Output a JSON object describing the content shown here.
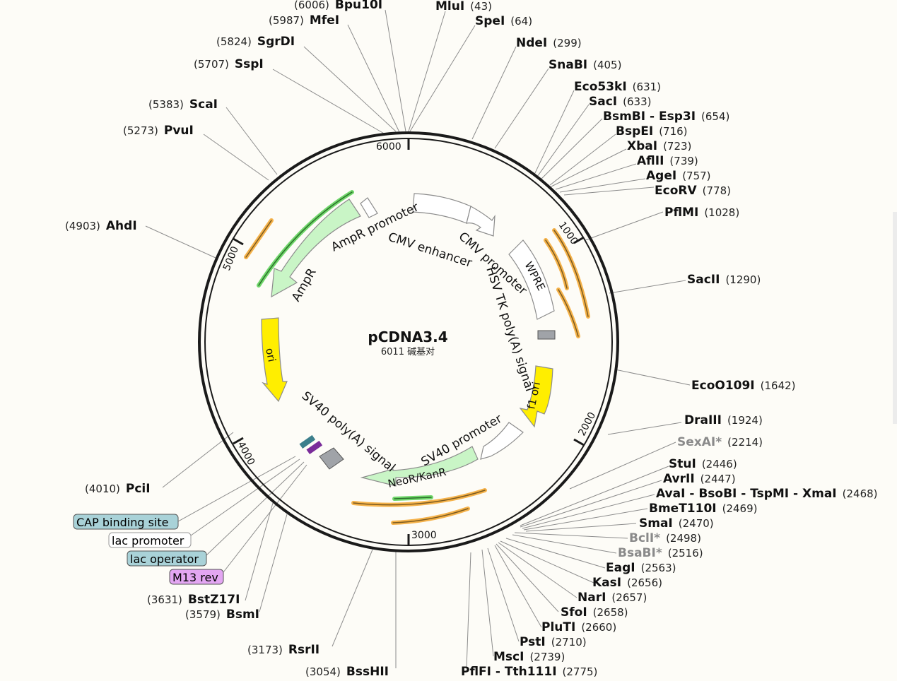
{
  "plasmid": {
    "name": "pCDNA3.4",
    "length_label": "6011 碱基对",
    "length_bp": 6011
  },
  "ticks": [
    "1000",
    "2000",
    "3000",
    "4000",
    "5000",
    "6000"
  ],
  "sites": [
    {
      "name": "Bpu10I",
      "pos": "(6006)",
      "bp": 6006
    },
    {
      "name": "MfeI",
      "pos": "(5987)",
      "bp": 5987
    },
    {
      "name": "MluI",
      "pos": "(43)",
      "bp": 43
    },
    {
      "name": "SpeI",
      "pos": "(64)",
      "bp": 64
    },
    {
      "name": "SgrDI",
      "pos": "(5824)",
      "bp": 5824
    },
    {
      "name": "NdeI",
      "pos": "(299)",
      "bp": 299
    },
    {
      "name": "SspI",
      "pos": "(5707)",
      "bp": 5707
    },
    {
      "name": "SnaBI",
      "pos": "(405)",
      "bp": 405
    },
    {
      "name": "Eco53kI",
      "pos": "(631)",
      "bp": 631
    },
    {
      "name": "SacI",
      "pos": "(633)",
      "bp": 633
    },
    {
      "name": "ScaI",
      "pos": "(5383)",
      "bp": 5383
    },
    {
      "name": "BsmBI - Esp3I",
      "pos": "(654)",
      "bp": 654
    },
    {
      "name": "PvuI",
      "pos": "(5273)",
      "bp": 5273
    },
    {
      "name": "BspEI",
      "pos": "(716)",
      "bp": 716
    },
    {
      "name": "XbaI",
      "pos": "(723)",
      "bp": 723
    },
    {
      "name": "AflII",
      "pos": "(739)",
      "bp": 739
    },
    {
      "name": "AgeI",
      "pos": "(757)",
      "bp": 757
    },
    {
      "name": "EcoRV",
      "pos": "(778)",
      "bp": 778
    },
    {
      "name": "PflMI",
      "pos": "(1028)",
      "bp": 1028
    },
    {
      "name": "AhdI",
      "pos": "(4903)",
      "bp": 4903
    },
    {
      "name": "SacII",
      "pos": "(1290)",
      "bp": 1290
    },
    {
      "name": "EcoO109I",
      "pos": "(1642)",
      "bp": 1642
    },
    {
      "name": "DraIII",
      "pos": "(1924)",
      "bp": 1924
    },
    {
      "name": "SexAI*",
      "pos": "(2214)",
      "bp": 2214,
      "dim": true
    },
    {
      "name": "StuI",
      "pos": "(2446)",
      "bp": 2446
    },
    {
      "name": "AvrII",
      "pos": "(2447)",
      "bp": 2447
    },
    {
      "name": "AvaI - BsoBI - TspMI - XmaI",
      "pos": "(2468)",
      "bp": 2468
    },
    {
      "name": "BmeT110I",
      "pos": "(2469)",
      "bp": 2469
    },
    {
      "name": "SmaI",
      "pos": "(2470)",
      "bp": 2470
    },
    {
      "name": "BclI*",
      "pos": "(2498)",
      "bp": 2498,
      "dim": true
    },
    {
      "name": "BsaBI*",
      "pos": "(2516)",
      "bp": 2516,
      "dim": true
    },
    {
      "name": "EagI",
      "pos": "(2563)",
      "bp": 2563
    },
    {
      "name": "KasI",
      "pos": "(2656)",
      "bp": 2656
    },
    {
      "name": "NarI",
      "pos": "(2657)",
      "bp": 2657
    },
    {
      "name": "SfoI",
      "pos": "(2658)",
      "bp": 2658
    },
    {
      "name": "PluTI",
      "pos": "(2660)",
      "bp": 2660
    },
    {
      "name": "PstI",
      "pos": "(2710)",
      "bp": 2710
    },
    {
      "name": "MscI",
      "pos": "(2739)",
      "bp": 2739
    },
    {
      "name": "PflFI - Tth111I",
      "pos": "(2775)",
      "bp": 2775
    },
    {
      "name": "PciI",
      "pos": "(4010)",
      "bp": 4010
    },
    {
      "name": "BstZ17I",
      "pos": "(3631)",
      "bp": 3631
    },
    {
      "name": "BsmI",
      "pos": "(3579)",
      "bp": 3579
    },
    {
      "name": "RsrII",
      "pos": "(3173)",
      "bp": 3173
    },
    {
      "name": "BssHII",
      "pos": "(3054)",
      "bp": 3054
    }
  ],
  "features": [
    {
      "label": "CMV enhancer",
      "type": "enhancer",
      "color": "#ffffff"
    },
    {
      "label": "CMV promoter",
      "type": "promoter",
      "color": "#ffffff"
    },
    {
      "label": "WPRE",
      "type": "misc",
      "color": "#ffffff"
    },
    {
      "label": "HSV TK poly(A) signal",
      "type": "polyA",
      "color": "#a0a3a8"
    },
    {
      "label": "f1 ori",
      "type": "origin",
      "color": "#ffee00"
    },
    {
      "label": "SV40 promoter",
      "type": "promoter",
      "color": "#ffffff"
    },
    {
      "label": "NeoR/KanR",
      "type": "cds",
      "color": "#c9f5c6"
    },
    {
      "label": "SV40 poly(A) signal",
      "type": "polyA",
      "color": "#a0a3a8"
    },
    {
      "label": "ori",
      "type": "origin",
      "color": "#ffee00"
    },
    {
      "label": "AmpR",
      "type": "cds",
      "color": "#c9f5c6"
    },
    {
      "label": "AmpR promoter",
      "type": "promoter",
      "color": "#ffffff"
    }
  ],
  "tag_boxes": [
    {
      "label": "CAP binding site",
      "color": "#a9d2d8"
    },
    {
      "label": "lac promoter",
      "color": "#ffffff"
    },
    {
      "label": "lac operator",
      "color": "#a9d2d8"
    },
    {
      "label": "M13 rev",
      "color": "#e3a6f2"
    }
  ],
  "colors": {
    "background": "#fdfcf7",
    "backbone": "#1a1a1a",
    "primer": "#f5b24a",
    "cds": "#c9f5c6",
    "origin": "#ffee00"
  }
}
